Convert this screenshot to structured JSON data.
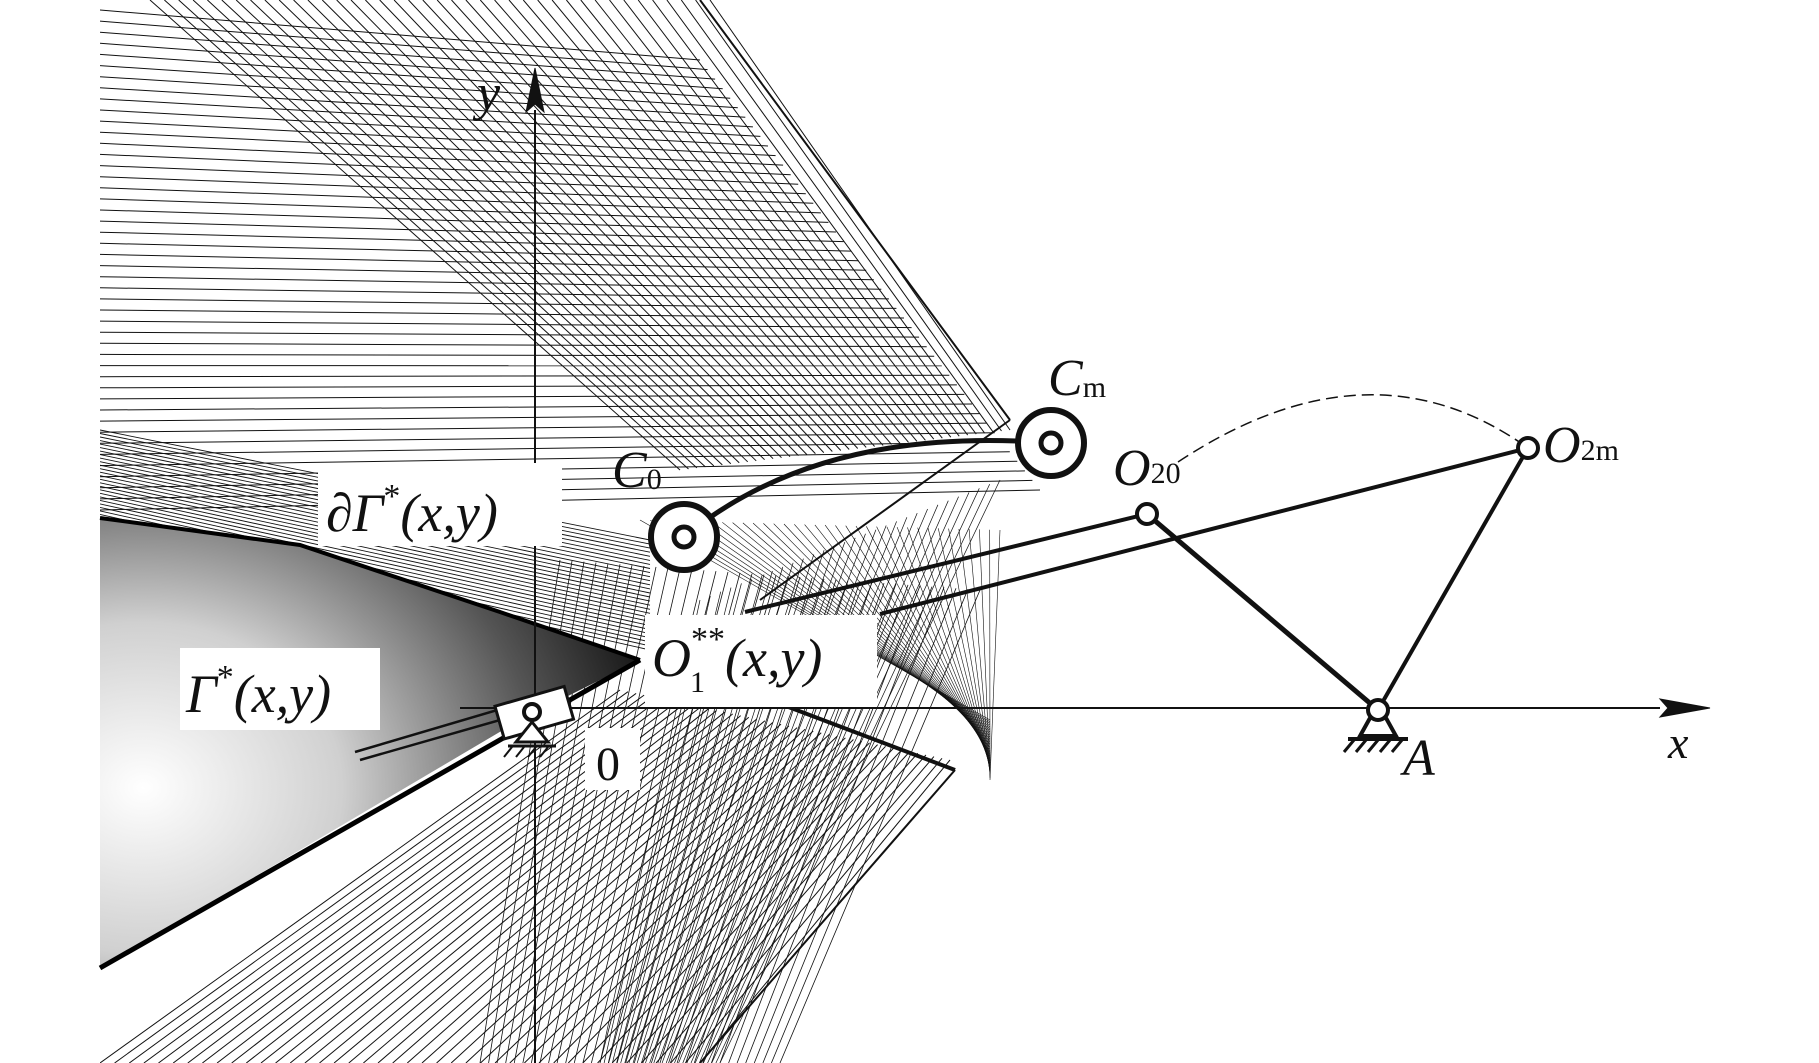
{
  "labels": {
    "y_axis": "y",
    "x_axis": "x",
    "origin": "0",
    "point_A": "A",
    "c0_main": "C",
    "c0_sub": "0",
    "cm_main": "C",
    "cm_sub": "m",
    "o20_main": "O",
    "o20_sub": "20",
    "o2m_main": "O",
    "o2m_sub": "2m",
    "o1_main": "O",
    "o1_sub": "1",
    "o1_sup": "**",
    "o1_args": "(x,y)",
    "boundary_main": "∂Γ",
    "boundary_sup": "*",
    "boundary_args": "(x,y)",
    "region_main": "Γ",
    "region_sup": "*",
    "region_args": "(x,y)"
  },
  "colors": {
    "ink": "#111111",
    "background": "#ffffff",
    "region_dark": "#000000",
    "region_light": "#ffffff"
  }
}
